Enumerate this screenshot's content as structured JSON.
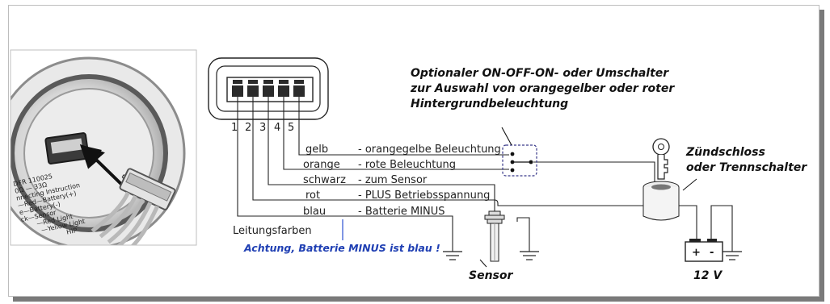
{
  "connector": {
    "pins": [
      "1",
      "2",
      "3",
      "4",
      "5"
    ]
  },
  "wires": [
    {
      "color": "gelb",
      "function": "- orangegelbe Beleuchtung"
    },
    {
      "color": "orange",
      "function": "- rote Beleuchtung"
    },
    {
      "color": "schwarz",
      "function": "- zum Sensor"
    },
    {
      "color": "rot",
      "function": "- PLUS Betriebsspannung"
    },
    {
      "color": "blau",
      "function": "- Batterie MINUS"
    }
  ],
  "wire_colors_label": "Leitungsfarben",
  "warning": "Achtung, Batterie MINUS ist blau !",
  "switch_note": {
    "line1": "Optionaler ON-OFF-ON- oder Umschalter",
    "line2": "zur Auswahl von orangegelber oder roter",
    "line3": "Hintergrundbeleuchtung"
  },
  "ignition": {
    "line1": "Zündschloss",
    "line2": "oder Trennschalter"
  },
  "sensor_label": "Sensor",
  "battery": {
    "label": "12 V",
    "plus": "+",
    "minus": "-"
  },
  "photo_inset": {
    "lines": [
      "DFR 110025",
      "0Ω — 33Ω",
      "nnecting Instruction",
      "—Red—Battery(+)",
      "e—Battery(-)",
      "ck—Sensor",
      "—Red Light",
      "—Yellow Light",
      "HIP"
    ]
  }
}
